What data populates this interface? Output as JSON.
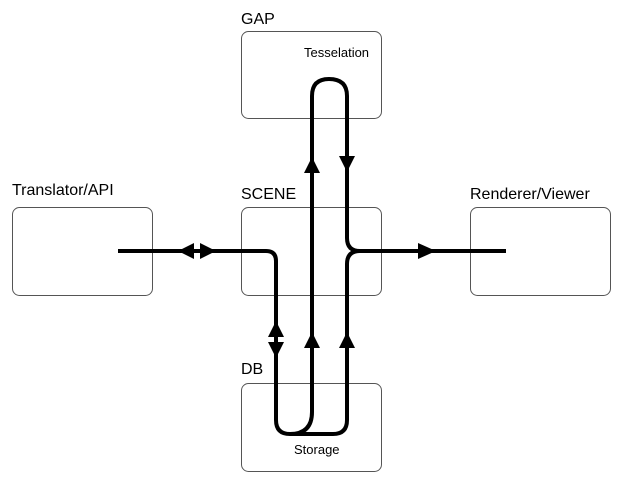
{
  "diagram": {
    "type": "data-flow",
    "nodes": [
      {
        "id": "gap",
        "label": "GAP",
        "sublabel": "Tesselation"
      },
      {
        "id": "translator",
        "label": "Translator/API",
        "sublabel": ""
      },
      {
        "id": "scene",
        "label": "SCENE",
        "sublabel": ""
      },
      {
        "id": "renderer",
        "label": "Renderer/Viewer",
        "sublabel": ""
      },
      {
        "id": "db",
        "label": "DB",
        "sublabel": "Storage"
      }
    ],
    "edges": [
      {
        "from": "translator",
        "to": "scene",
        "direction": "bidirectional"
      },
      {
        "from": "scene",
        "to": "db",
        "direction": "bidirectional"
      },
      {
        "from": "db",
        "to": "gap",
        "direction": "forward",
        "via": "scene"
      },
      {
        "from": "gap",
        "to": "scene",
        "direction": "forward"
      },
      {
        "from": "db",
        "to": "scene",
        "direction": "forward"
      },
      {
        "from": "scene",
        "to": "renderer",
        "direction": "forward"
      }
    ],
    "colors": {
      "line": "#000000",
      "box_border": "#555555",
      "background": "#ffffff"
    }
  }
}
